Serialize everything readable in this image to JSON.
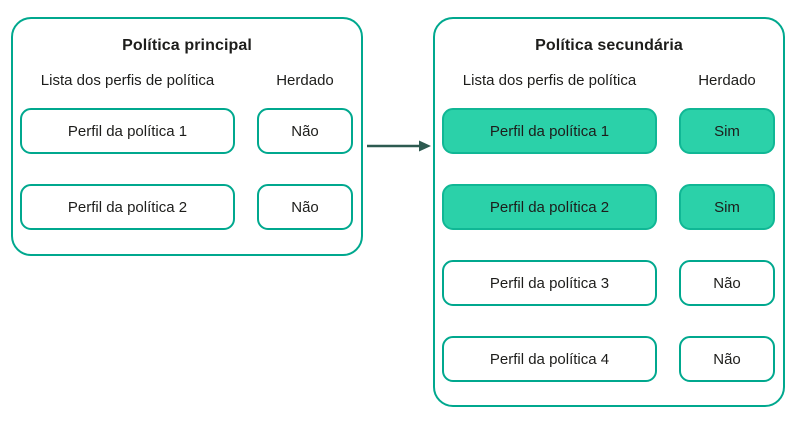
{
  "colors": {
    "outline_green": "#00a88e",
    "fill_green": "#2bd1a9",
    "text": "#1d1d1b",
    "arrow": "#2d5a50"
  },
  "panels": [
    {
      "title": "Política principal",
      "list_header": "Lista dos perfis de política",
      "inherited_header": "Herdado",
      "rows": [
        {
          "profile": "Perfil da política 1",
          "inherited": "Não",
          "highlighted": false
        },
        {
          "profile": "Perfil da política 2",
          "inherited": "Não",
          "highlighted": false
        }
      ]
    },
    {
      "title": "Política secundária",
      "list_header": "Lista dos perfis de política",
      "inherited_header": "Herdado",
      "rows": [
        {
          "profile": "Perfil da política 1",
          "inherited": "Sim",
          "highlighted": true
        },
        {
          "profile": "Perfil da política 2",
          "inherited": "Sim",
          "highlighted": true
        },
        {
          "profile": "Perfil da política 3",
          "inherited": "Não",
          "highlighted": false
        },
        {
          "profile": "Perfil da política 4",
          "inherited": "Não",
          "highlighted": false
        }
      ]
    }
  ]
}
